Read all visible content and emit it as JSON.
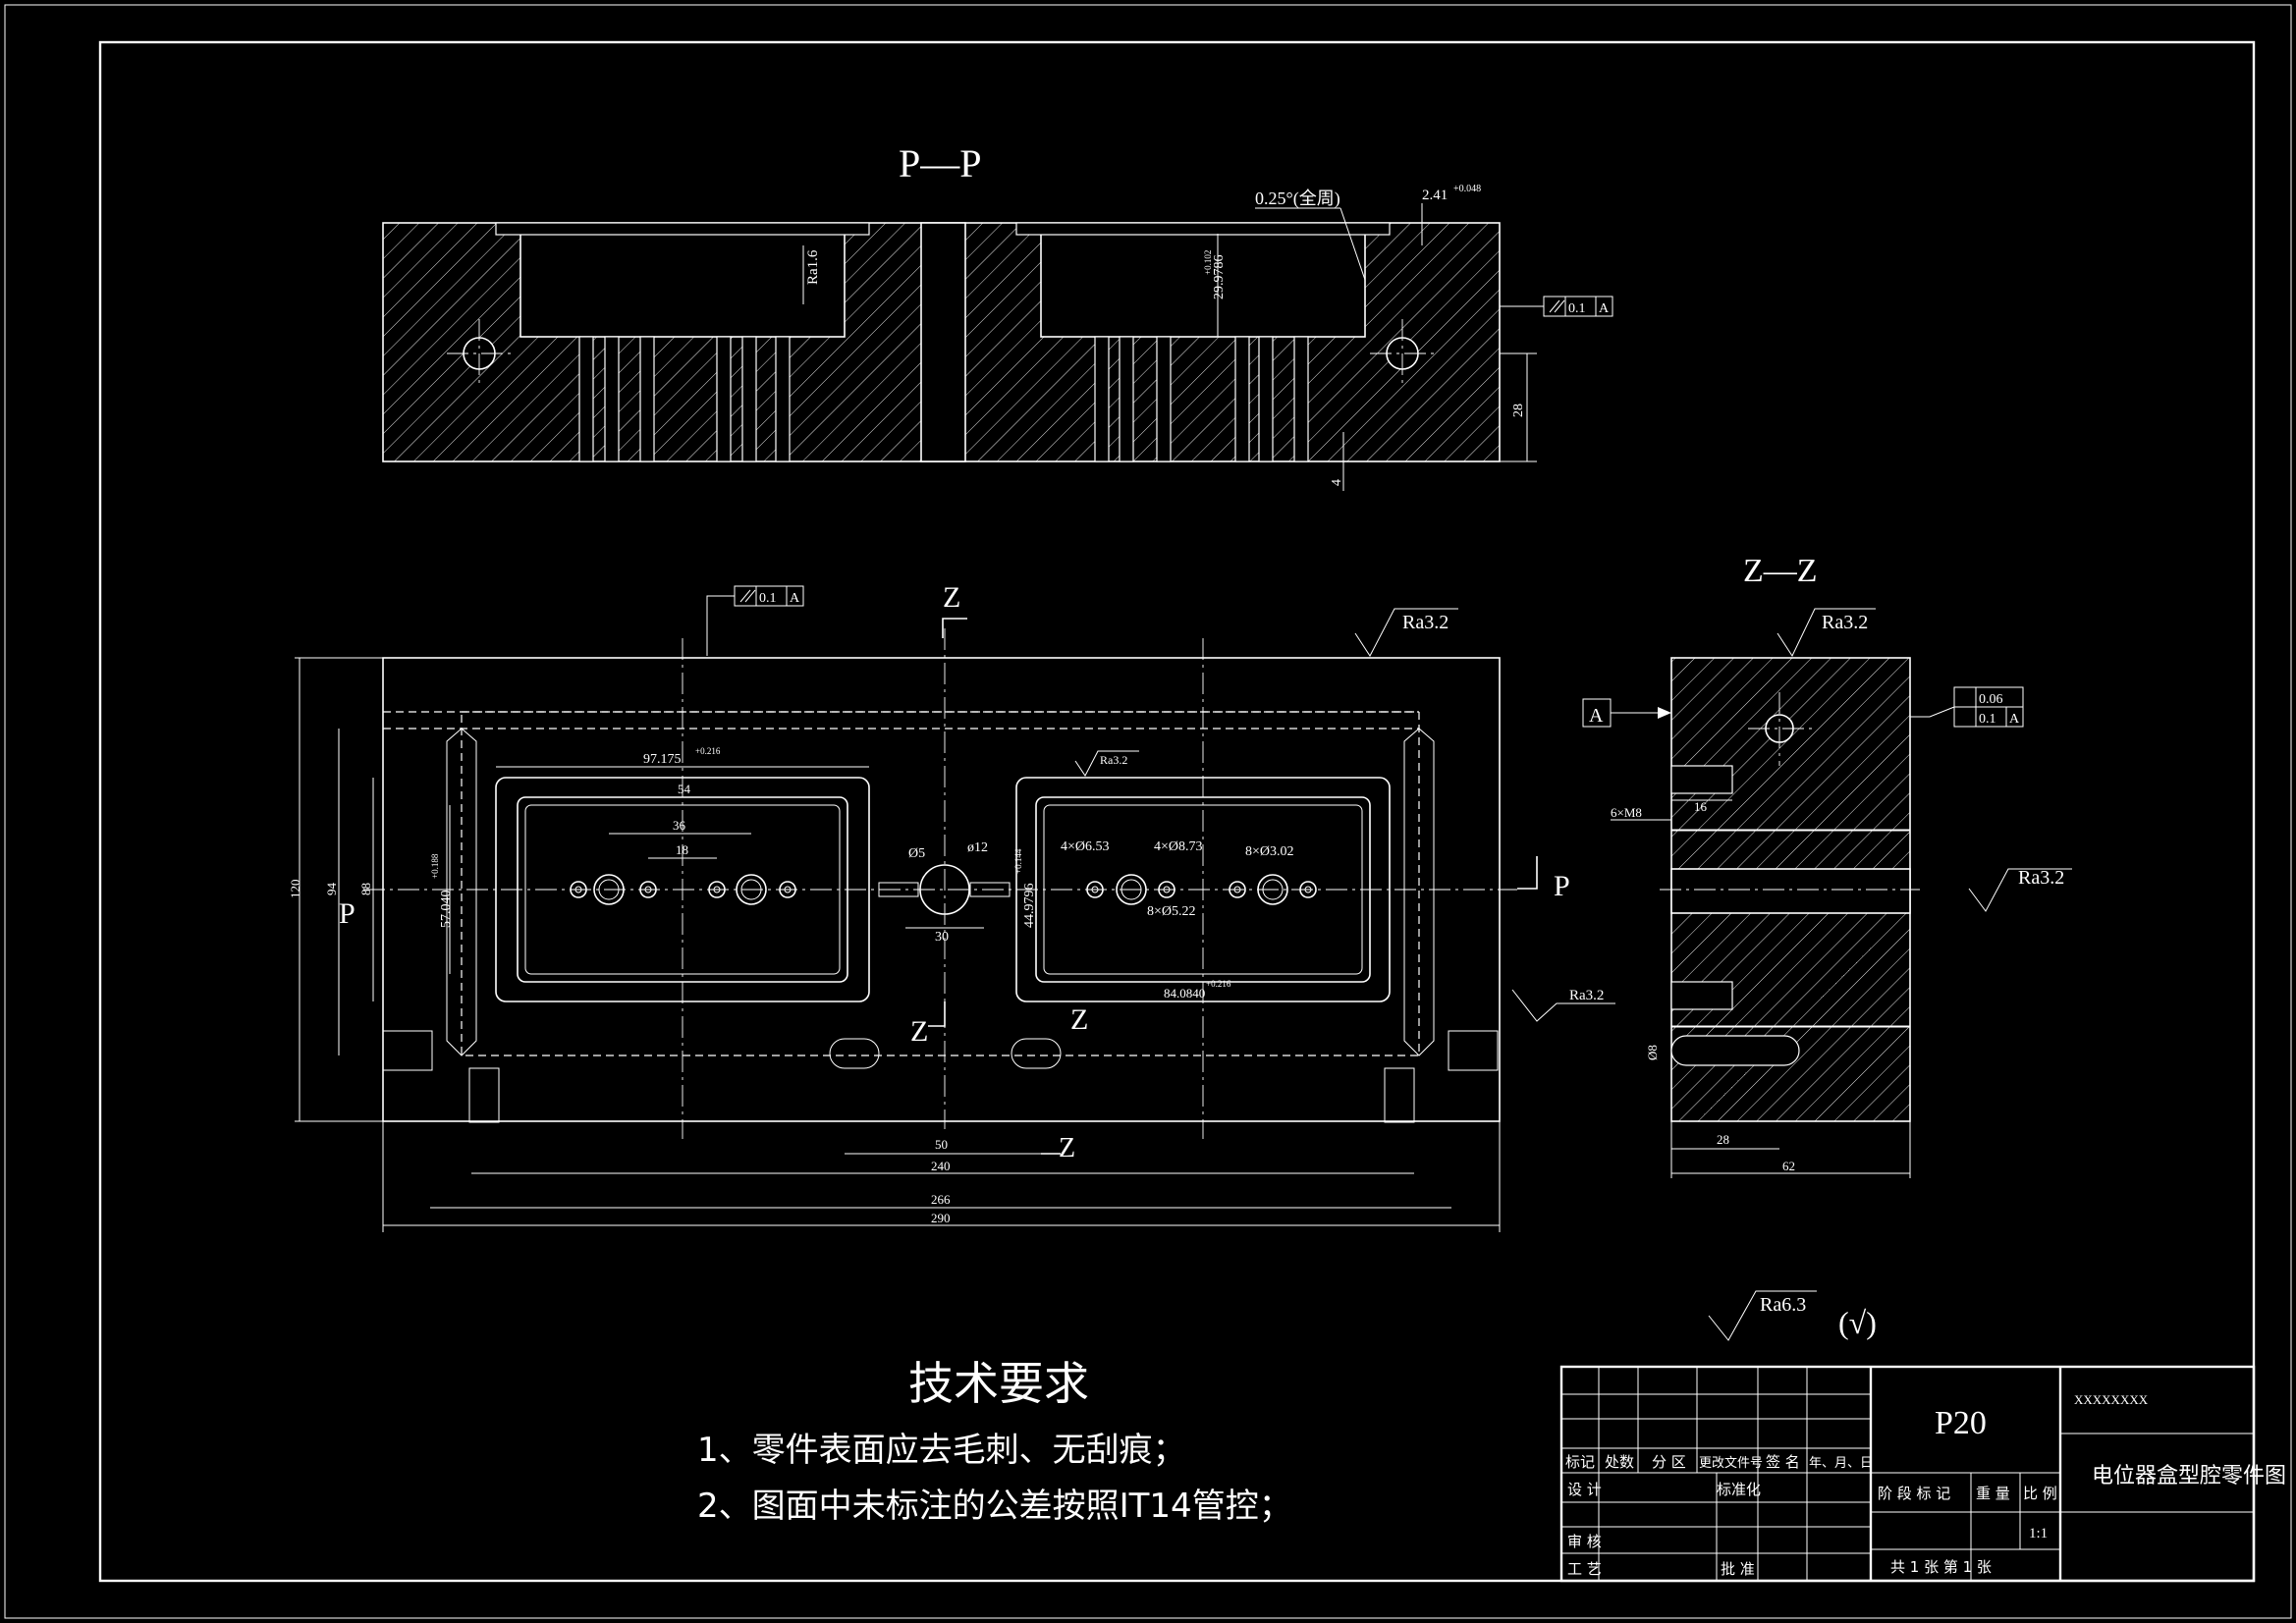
{
  "views": {
    "section_pp": "P—P",
    "section_zz": "Z—Z",
    "cut_p_left": "P",
    "cut_p_right": "P",
    "cut_z_top": "Z",
    "cut_z_mid1": "Z",
    "cut_z_mid2": "Z",
    "cut_z_bottom": "Z"
  },
  "annotations": {
    "angle_note": "0.25°(全周)",
    "depth_dim": "2.41",
    "depth_tol": "+0.048",
    "cavity_depth": "29.9786",
    "cavity_depth_tol": "+0.102",
    "dim_28_v": "28",
    "dim_4": "4",
    "ra16": "Ra1.6",
    "parallel_tol": "0.1",
    "datum_a": "A",
    "flatness_tol": "0.06",
    "parallel_tol_zz": "0.1"
  },
  "roughness": {
    "top_right": "Ra3.2",
    "zz_top": "Ra3.2",
    "zz_side": "Ra3.2",
    "plan_side": "Ra3.2",
    "plan_cavity": "Ra3.2",
    "general": "Ra6.3",
    "general_paren": "(√)"
  },
  "dims": {
    "d97": "97.175",
    "d97_tol": "+0.216",
    "d54": "54",
    "d36": "36",
    "d18": "18",
    "d5": "Ø5",
    "d12": "ø12",
    "d30": "30",
    "d57": "57.040",
    "d57_tol": "+0.188",
    "d44": "44.9796",
    "d44_tol": "+0.144",
    "d84": "84.0840",
    "d84_tol": "+0.216",
    "holes1": "4×Ø6.53",
    "holes2": "4×Ø8.73",
    "holes3": "8×Ø3.02",
    "holes4": "8×Ø5.22",
    "d120": "120",
    "d94": "94",
    "d88": "88",
    "d50": "50",
    "d240": "240",
    "d266": "266",
    "d290": "290",
    "zz_6m8": "6×M8",
    "zz_16": "16",
    "zz_28": "28",
    "zz_62": "62",
    "zz_d8": "Ø8"
  },
  "requirements": {
    "title": "技术要求",
    "item1": "1、零件表面应去毛刺、无刮痕；",
    "item2": "2、图面中未标注的公差按照IT14管控；"
  },
  "title_block": {
    "material": "P20",
    "code": "XXXXXXXX",
    "drawing_name": "电位器盒型腔零件图",
    "h_mark": "标记",
    "h_count": "处数",
    "h_zone": "分 区",
    "h_change": "更改文件号",
    "h_sign": "签 名",
    "h_date": "年、月、日",
    "h_design": "设 计",
    "h_standard": "标准化",
    "h_stage": "阶 段 标 记",
    "h_weight": "重 量",
    "h_scale": "比 例",
    "scale": "1:1",
    "h_check": "审 核",
    "h_process": "工 艺",
    "h_approve": "批 准",
    "sheets": "共 1 张   第 1 张"
  }
}
